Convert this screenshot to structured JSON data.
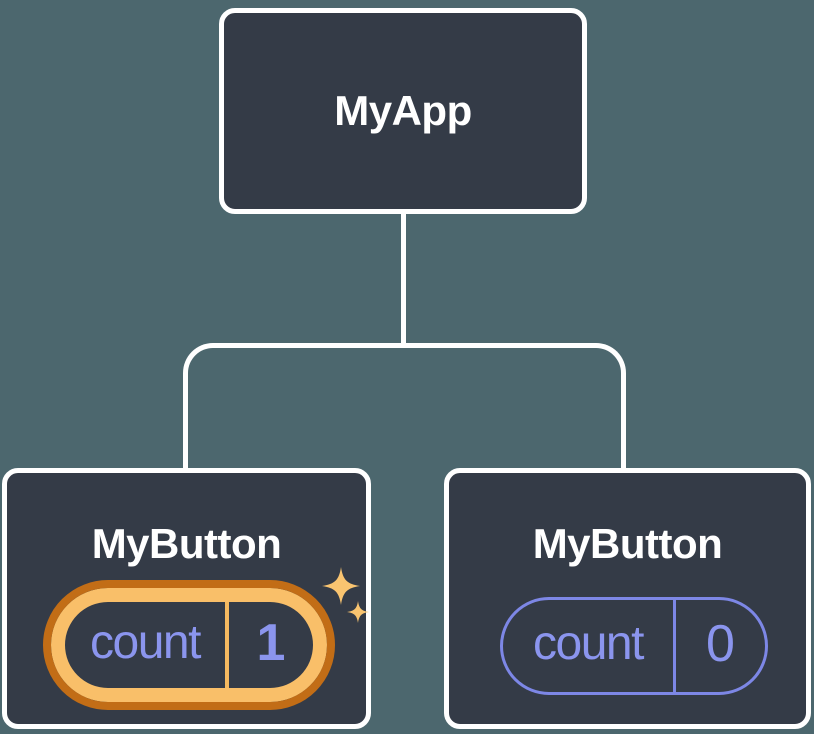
{
  "diagram": {
    "kind": "react-component-tree",
    "root": {
      "label": "MyApp"
    },
    "children": [
      {
        "label": "MyButton",
        "state": {
          "key": "count",
          "value": "1"
        },
        "highlighted": true,
        "has_sparkles": true
      },
      {
        "label": "MyButton",
        "state": {
          "key": "count",
          "value": "0"
        },
        "highlighted": false,
        "has_sparkles": false
      }
    ]
  },
  "icons": {
    "sparkles": "sparkles-icon"
  },
  "colors": {
    "background": "#4c676e",
    "node_fill": "#343b47",
    "node_border": "#ffffff",
    "connector": "#ffffff",
    "title_text": "#ffffff",
    "state_text": "#8b95ee",
    "plain_pill_border": "#7d87e6",
    "highlight_gold": "#f9bf69",
    "highlight_orange": "#c26d16",
    "sparkle_gold": "#f9c470"
  }
}
